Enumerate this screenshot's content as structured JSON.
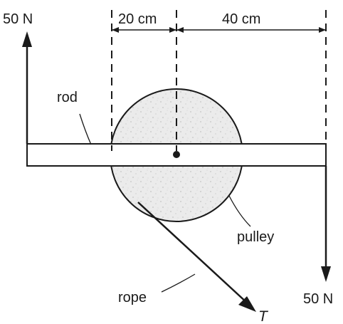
{
  "labels": {
    "force_top": "50 N",
    "force_bottom": "50 N",
    "dim_left": "20 cm",
    "dim_right": "40 cm",
    "rod": "rod",
    "pulley": "pulley",
    "rope": "rope",
    "tension": "T"
  },
  "colors": {
    "ink": "#1a1a1a",
    "pulley_fill": "#e9e9e9"
  }
}
